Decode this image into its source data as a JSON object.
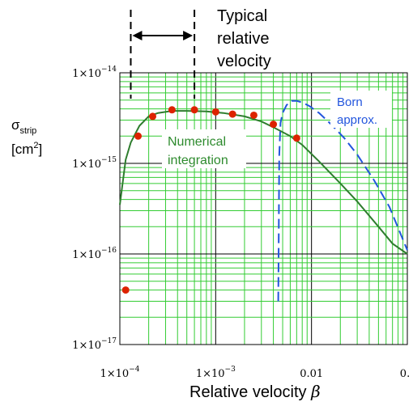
{
  "chart_data": {
    "type": "line",
    "xlabel": "Relative velocity β",
    "ylabel": "σstrip [cm2]",
    "xscale": "log",
    "yscale": "log",
    "xlim": [
      0.0001,
      0.1
    ],
    "ylim": [
      1e-17,
      1e-14
    ],
    "grid": true,
    "x_tick_labels": [
      "1×10",
      "1×10",
      "0.01",
      "0."
    ],
    "x_tick_exponents": [
      "−4",
      "−3",
      "",
      ""
    ],
    "x_tick_values": [
      0.0001,
      0.001,
      0.01,
      0.1
    ],
    "y_tick_labels": [
      "1×10",
      "1×10",
      "1×10",
      "1×10"
    ],
    "y_tick_exponents": [
      "−17",
      "−16",
      "−15",
      "−14"
    ],
    "y_tick_values": [
      1e-17,
      1e-16,
      1e-15,
      1e-14
    ],
    "y_label_main": "σ",
    "y_label_sub": "strip",
    "y_unit_open": "[cm",
    "y_unit_sup": "2",
    "y_unit_close": "]",
    "x_label_text": "Relative velocity ",
    "x_label_symbol": "β",
    "series": [
      {
        "name": "Numerical integration",
        "style": "solid",
        "color": "#2e7d2e",
        "x": [
          0.0001,
          0.000115,
          0.00013,
          0.00016,
          0.0002,
          0.00025,
          0.00035,
          0.0005,
          0.0008,
          0.0012,
          0.002,
          0.003,
          0.004,
          0.006,
          0.008,
          0.012,
          0.02,
          0.03,
          0.05,
          0.07,
          0.1
        ],
        "y": [
          3.5e-16,
          1.1e-15,
          1.7e-15,
          2.6e-15,
          3.3e-15,
          3.6e-15,
          3.8e-15,
          3.8e-15,
          3.75e-15,
          3.6e-15,
          3.3e-15,
          2.9e-15,
          2.5e-15,
          2e-15,
          1.6e-15,
          1.05e-15,
          6e-16,
          3.8e-16,
          2e-16,
          1.3e-16,
          1e-16
        ]
      },
      {
        "name": "Born approx.",
        "style": "dashed",
        "color": "#2255dd",
        "x": [
          0.0045,
          0.00455,
          0.0046,
          0.00475,
          0.005,
          0.0055,
          0.0062,
          0.007,
          0.008,
          0.0095,
          0.012,
          0.016,
          0.022,
          0.03,
          0.045,
          0.065,
          0.1
        ],
        "y": [
          3e-17,
          1.5e-16,
          1.2e-15,
          2.8e-15,
          3.6e-15,
          4.4e-15,
          4.9e-15,
          4.9e-15,
          4.7e-15,
          4.3e-15,
          3.6e-15,
          2.7e-15,
          1.9e-15,
          1.25e-15,
          6.5e-16,
          3.3e-16,
          1.1e-16
        ]
      }
    ],
    "points": {
      "color": "#dd2200",
      "x": [
        0.000115,
        0.000155,
        0.00022,
        0.00035,
        0.0006,
        0.001,
        0.0015,
        0.0025,
        0.004,
        0.007
      ],
      "y": [
        4e-17,
        2e-15,
        3.3e-15,
        3.9e-15,
        3.9e-15,
        3.7e-15,
        3.5e-15,
        3.4e-15,
        2.7e-15,
        1.9e-15
      ]
    },
    "annotations": {
      "typical_line1": "Typical",
      "typical_line2": "relative",
      "typical_line3": "velocity",
      "numerical_line1": "Numerical",
      "numerical_line2": "integration",
      "born_line1": "Born",
      "born_line2": "approx."
    },
    "typical_range": [
      0.00013,
      0.0006
    ]
  }
}
